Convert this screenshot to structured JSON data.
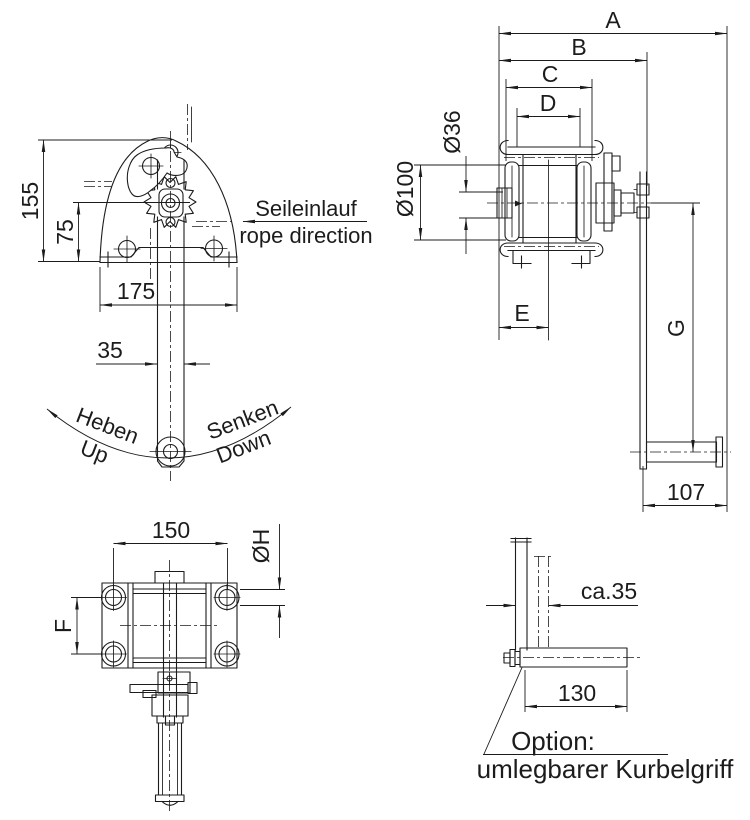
{
  "drawing": {
    "title_hint": "hand winch dimensional drawing",
    "colors": {
      "line": "#1c1c1c",
      "background": "#ffffff"
    },
    "front_view": {
      "height_total": "155",
      "height_drum_axis": "75",
      "base_width": "175",
      "arm_width": "35",
      "rope_in_de": "Seileinlauf",
      "rope_in_en": "rope direction",
      "dir_lift_de": "Heben",
      "dir_lift_en": "Up",
      "dir_lower_de": "Senken",
      "dir_lower_en": "Down"
    },
    "side_view": {
      "dim_a": "A",
      "dim_b": "B",
      "dim_c": "C",
      "dim_d": "D",
      "dia_hub": "Ø36",
      "dia_drum": "Ø100",
      "dim_e": "E",
      "dim_g": "G",
      "crank_length": "107"
    },
    "top_view": {
      "hole_spacing_x": "150",
      "hole_spacing_y": "F",
      "hole_dia": "ØH"
    },
    "option_view": {
      "offset": "ca.35",
      "handle_length": "130",
      "note_title": "Option:",
      "note_text": "umlegbarer Kurbelgriff"
    }
  }
}
